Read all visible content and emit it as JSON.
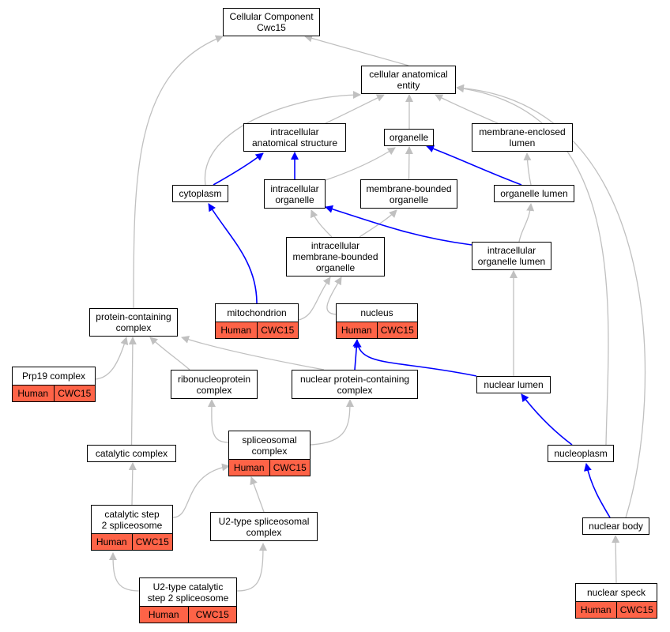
{
  "colors": {
    "background": "#ffffff",
    "node_border": "#000000",
    "annotation_fill": "#fe6347",
    "is_a_edge": "#c0c0c0",
    "part_of_edge": "#0000ff"
  },
  "nodes": [
    {
      "id": "root",
      "lines": [
        "Cellular Component",
        "Cwc15"
      ]
    },
    {
      "id": "cae",
      "lines": [
        "cellular anatomical",
        "entity"
      ]
    },
    {
      "id": "ias",
      "lines": [
        "intracellular",
        "anatomical structure"
      ]
    },
    {
      "id": "org",
      "lines": [
        "organelle"
      ]
    },
    {
      "id": "mel",
      "lines": [
        "membrane-enclosed",
        "lumen"
      ]
    },
    {
      "id": "cyt",
      "lines": [
        "cytoplasm"
      ]
    },
    {
      "id": "iorg",
      "lines": [
        "intracellular",
        "organelle"
      ]
    },
    {
      "id": "mbo",
      "lines": [
        "membrane-bounded",
        "organelle"
      ]
    },
    {
      "id": "olum",
      "lines": [
        "organelle lumen"
      ]
    },
    {
      "id": "imbo",
      "lines": [
        "intracellular",
        "membrane-bounded",
        "organelle"
      ]
    },
    {
      "id": "iol",
      "lines": [
        "intracellular",
        "organelle lumen"
      ]
    },
    {
      "id": "mito",
      "lines": [
        "mitochondrion"
      ],
      "annotation": [
        "Human",
        "CWC15"
      ]
    },
    {
      "id": "nuc",
      "lines": [
        "nucleus"
      ],
      "annotation": [
        "Human",
        "CWC15"
      ]
    },
    {
      "id": "pcc",
      "lines": [
        "protein-containing",
        "complex"
      ]
    },
    {
      "id": "prp19",
      "lines": [
        "Prp19 complex"
      ],
      "annotation": [
        "Human",
        "CWC15"
      ]
    },
    {
      "id": "rnp",
      "lines": [
        "ribonucleoprotein",
        "complex"
      ]
    },
    {
      "id": "npcc",
      "lines": [
        "nuclear protein-containing",
        "complex"
      ]
    },
    {
      "id": "nlum",
      "lines": [
        "nuclear lumen"
      ]
    },
    {
      "id": "spl",
      "lines": [
        "spliceosomal",
        "complex"
      ],
      "annotation": [
        "Human",
        "CWC15"
      ]
    },
    {
      "id": "cat",
      "lines": [
        "catalytic complex"
      ]
    },
    {
      "id": "npl",
      "lines": [
        "nucleoplasm"
      ]
    },
    {
      "id": "cs2",
      "lines": [
        "catalytic step",
        "2 spliceosome"
      ],
      "annotation": [
        "Human",
        "CWC15"
      ]
    },
    {
      "id": "u2",
      "lines": [
        "U2-type spliceosomal",
        "complex"
      ]
    },
    {
      "id": "nbody",
      "lines": [
        "nuclear body"
      ]
    },
    {
      "id": "u2cs2",
      "lines": [
        "U2-type catalytic",
        "step 2 spliceosome"
      ],
      "annotation": [
        "Human",
        "CWC15"
      ]
    },
    {
      "id": "nspeck",
      "lines": [
        "nuclear speck"
      ],
      "annotation": [
        "Human",
        "CWC15"
      ]
    }
  ],
  "edges": [
    {
      "from": "cae",
      "to": "root",
      "type": "is_a"
    },
    {
      "from": "pcc",
      "to": "root",
      "type": "is_a"
    },
    {
      "from": "ias",
      "to": "cae",
      "type": "is_a"
    },
    {
      "from": "org",
      "to": "cae",
      "type": "is_a"
    },
    {
      "from": "mel",
      "to": "cae",
      "type": "is_a"
    },
    {
      "from": "cyt",
      "to": "cae",
      "type": "is_a"
    },
    {
      "from": "npl",
      "to": "cae",
      "type": "is_a"
    },
    {
      "from": "nbody",
      "to": "cae",
      "type": "is_a"
    },
    {
      "from": "cyt",
      "to": "ias",
      "type": "part_of"
    },
    {
      "from": "iorg",
      "to": "ias",
      "type": "part_of"
    },
    {
      "from": "iorg",
      "to": "org",
      "type": "is_a"
    },
    {
      "from": "mbo",
      "to": "org",
      "type": "is_a"
    },
    {
      "from": "olum",
      "to": "org",
      "type": "part_of"
    },
    {
      "from": "olum",
      "to": "mel",
      "type": "is_a"
    },
    {
      "from": "imbo",
      "to": "iorg",
      "type": "is_a"
    },
    {
      "from": "imbo",
      "to": "mbo",
      "type": "is_a"
    },
    {
      "from": "iol",
      "to": "iorg",
      "type": "part_of"
    },
    {
      "from": "iol",
      "to": "olum",
      "type": "is_a"
    },
    {
      "from": "mito",
      "to": "cyt",
      "type": "part_of"
    },
    {
      "from": "mito",
      "to": "imbo",
      "type": "is_a"
    },
    {
      "from": "nuc",
      "to": "imbo",
      "type": "is_a"
    },
    {
      "from": "nlum",
      "to": "iol",
      "type": "is_a"
    },
    {
      "from": "nlum",
      "to": "nuc",
      "type": "part_of"
    },
    {
      "from": "npcc",
      "to": "nuc",
      "type": "part_of"
    },
    {
      "from": "prp19",
      "to": "pcc",
      "type": "is_a"
    },
    {
      "from": "rnp",
      "to": "pcc",
      "type": "is_a"
    },
    {
      "from": "npcc",
      "to": "pcc",
      "type": "is_a"
    },
    {
      "from": "cat",
      "to": "pcc",
      "type": "is_a"
    },
    {
      "from": "spl",
      "to": "rnp",
      "type": "is_a"
    },
    {
      "from": "spl",
      "to": "npcc",
      "type": "is_a"
    },
    {
      "from": "cs2",
      "to": "cat",
      "type": "is_a"
    },
    {
      "from": "cs2",
      "to": "spl",
      "type": "is_a"
    },
    {
      "from": "u2",
      "to": "spl",
      "type": "is_a"
    },
    {
      "from": "npl",
      "to": "nlum",
      "type": "part_of"
    },
    {
      "from": "nbody",
      "to": "npl",
      "type": "part_of"
    },
    {
      "from": "u2cs2",
      "to": "cs2",
      "type": "is_a"
    },
    {
      "from": "u2cs2",
      "to": "u2",
      "type": "is_a"
    },
    {
      "from": "nspeck",
      "to": "nbody",
      "type": "is_a"
    }
  ]
}
